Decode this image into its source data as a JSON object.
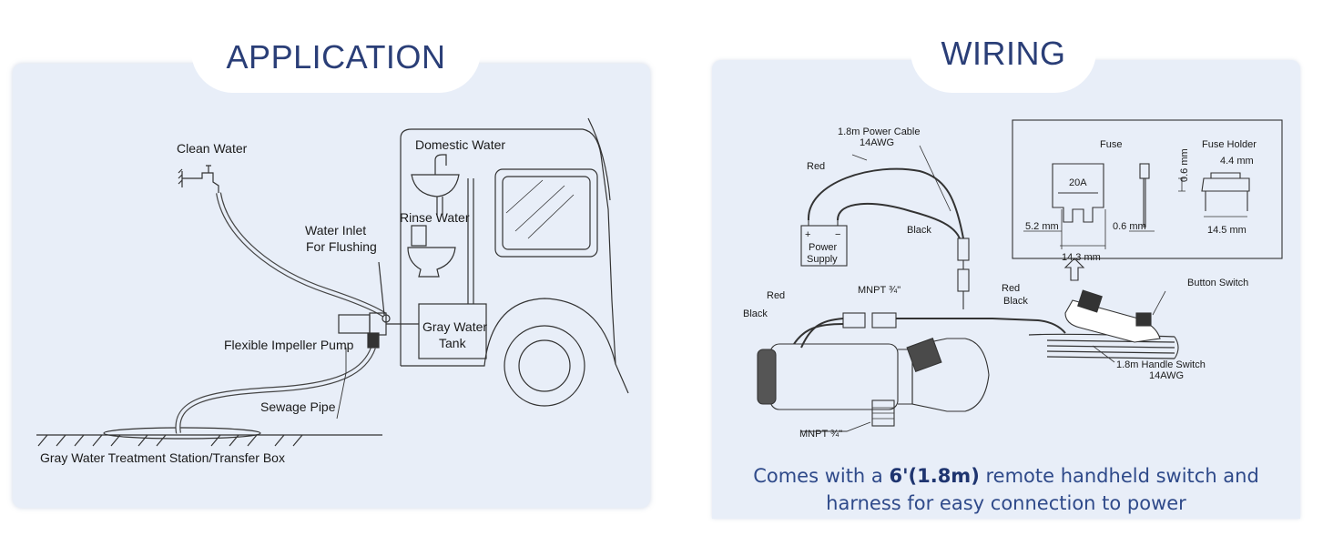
{
  "application": {
    "title": "APPLICATION",
    "labels": {
      "clean_water": "Clean Water",
      "domestic_water": "Domestic Water",
      "rinse_water": "Rinse Water",
      "water_inlet_1": "Water Inlet",
      "water_inlet_2": "For Flushing",
      "gray_tank_1": "Gray Water",
      "gray_tank_2": "Tank",
      "pump": "Flexible Impeller Pump",
      "sewage_pipe": "Sewage Pipe",
      "treatment": "Gray Water Treatment Station/Transfer Box"
    }
  },
  "wiring": {
    "title": "WIRING",
    "labels": {
      "power_cable_1": "1.8m Power Cable",
      "power_cable_2": "14AWG",
      "red_top": "Red",
      "black_top": "Black",
      "plus": "+",
      "minus": "−",
      "power_supply_1": "Power",
      "power_supply_2": "Supply",
      "fuse": "Fuse",
      "fuse_holder": "Fuse Holder",
      "fuse_rating": "20A",
      "dim_0_6_v": "0.6 mm",
      "dim_4_4": "4.4 mm",
      "dim_5_2": "5.2 mm",
      "dim_0_6": "0.6 mm",
      "dim_14_5": "14.5 mm",
      "dim_14_3": "14.3 mm",
      "red_left": "Red",
      "black_left": "Black",
      "mnpt_top": "MNPT ¾\"",
      "red_mid": "Red",
      "black_mid": "Black",
      "button_switch": "Button Switch",
      "handle_switch_1": "1.8m Handle Switch",
      "handle_switch_2": "14AWG",
      "mnpt_bottom": "MNPT ¾\""
    },
    "caption": {
      "part1": "Comes with a ",
      "bold": "6'(1.8m)",
      "part2": " remote handheld switch and",
      "line2": "harness for easy connection to power"
    }
  },
  "colors": {
    "title": "#2a3e77",
    "panel": "#e8eef8",
    "caption": "#2f4a8a"
  }
}
